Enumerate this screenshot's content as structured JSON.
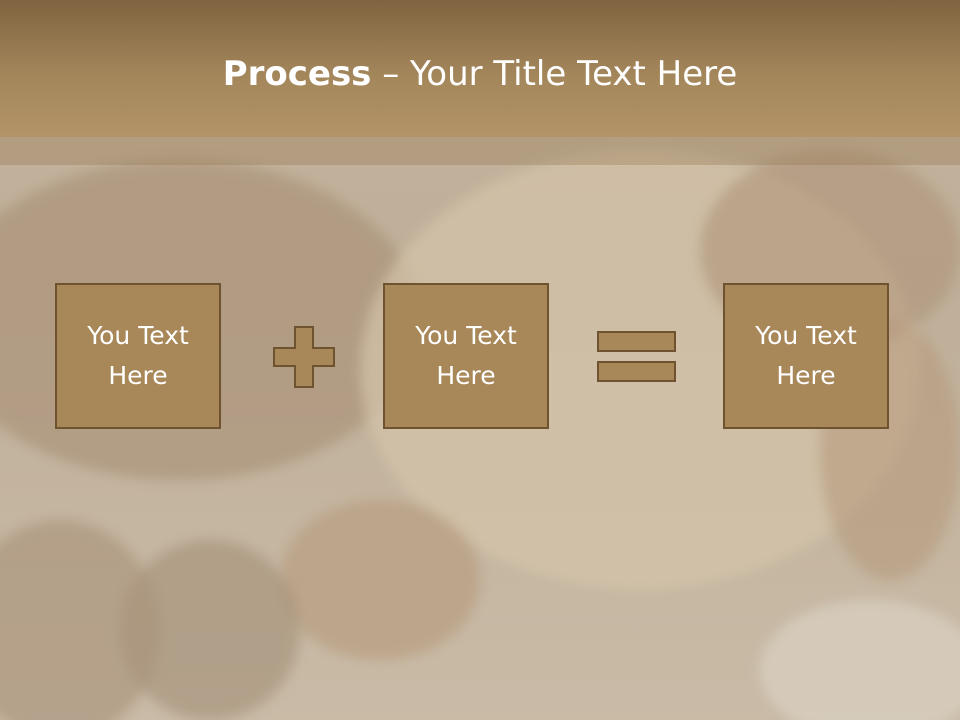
{
  "slide": {
    "title_bold": "Process",
    "title_rest": " – Your Title Text Here"
  },
  "boxes": [
    {
      "text": "You Text Here"
    },
    {
      "text": "You Text Here"
    },
    {
      "text": "You Text Here"
    }
  ],
  "operators": [
    "plus-icon",
    "equals-icon"
  ],
  "colors": {
    "header": "#a4865b",
    "box_fill": "#a88758",
    "box_border": "#6f5230",
    "text": "#ffffff"
  }
}
